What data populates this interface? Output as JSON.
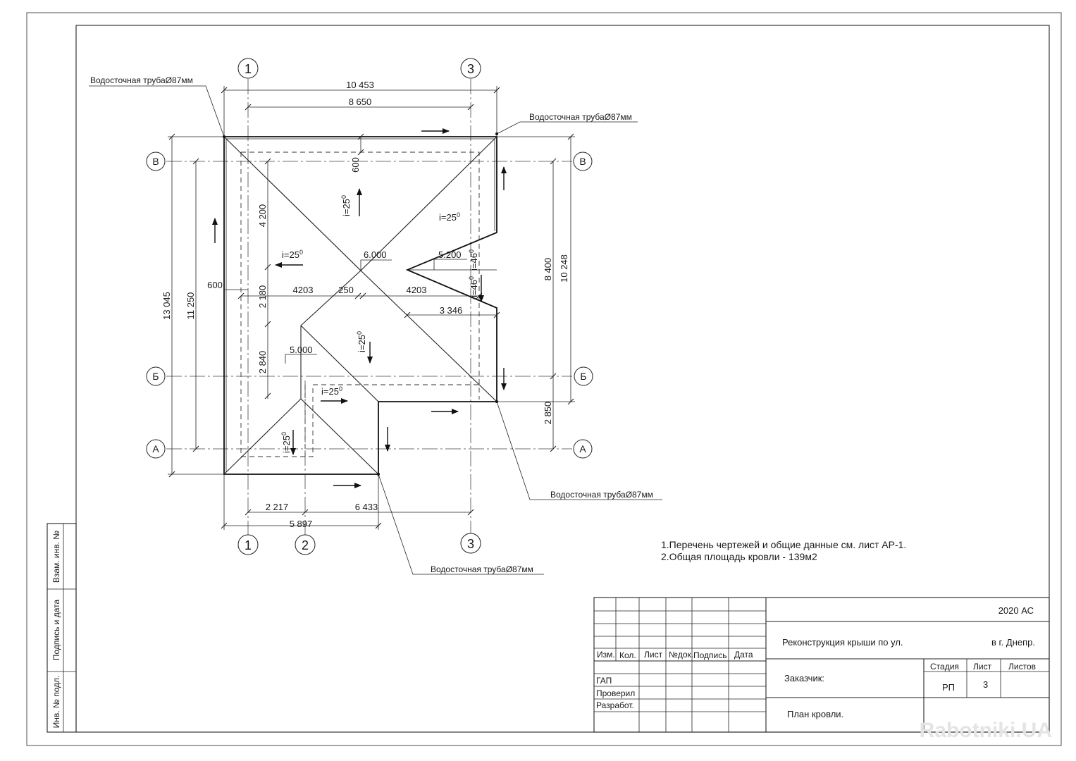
{
  "axes": {
    "col_1": "1",
    "col_2": "2",
    "col_3": "3",
    "row_v": "В",
    "row_b": "Б",
    "row_a": "А"
  },
  "dimensions": {
    "top_overall": "10 453",
    "top_axes": "8 650",
    "bottom_left": "2 217",
    "bottom_right": "6 433",
    "bottom_total": "5 897",
    "left_overall": "13 045",
    "left_axes": "11 250",
    "left_overhang": "600",
    "top_overhang": "600",
    "right_upper": "8 400",
    "right_overall": "10 248",
    "right_lower": "2 850",
    "inner_4200": "4 200",
    "inner_2180": "2 180",
    "inner_2840": "2 840",
    "inner_4203_left": "4203",
    "inner_250": "250",
    "inner_4203_right": "4203",
    "inner_3346": "3 346"
  },
  "elevations": {
    "ridge_main": "6.000",
    "ridge_right": "5.200",
    "ridge_lower": "5.000"
  },
  "slopes": {
    "s_top": "i=25",
    "s_top_right": "i=25",
    "s_left": "i=25",
    "s_right_a": "i=46",
    "s_right_b": "i=46",
    "s_center": "i=25",
    "s_lower": "i=25",
    "s_bottom_left": "i=25",
    "superscript": "0"
  },
  "downpipes": {
    "top_left": "Водосточная трубаØ87мм",
    "top_right": "Водосточная трубаØ87мм",
    "bottom_right": "Водосточная трубаØ87мм",
    "bottom": "Водосточная трубаØ87мм"
  },
  "notes": {
    "line1": "1.Перечень чертежей и общие данные см. лист АР-1.",
    "line2": "2.Общая площадь кровли  - 139м2"
  },
  "side_stamp": {
    "vzam": "Взам. инв. №",
    "podpis": "Подпись и дата",
    "inv": "Инв. № подл."
  },
  "title_block": {
    "code": "2020  АС",
    "project_title": "Реконструкция крыши по ул.",
    "city": "в г. Днепр.",
    "customer_label": "Заказчик:",
    "sheet_title": "План кровли.",
    "col_izm": "Изм.",
    "col_kol": "Кол.",
    "col_list": "Лист",
    "col_ndok": "№док.",
    "col_podpis": "Подпись",
    "col_data": "Дата",
    "gap": "ГАП",
    "proveril": "Проверил",
    "razrabot": "Разработ.",
    "stadia_label": "Стадия",
    "list_label": "Лист",
    "listov_label": "Листов",
    "stadia_value": "РП",
    "list_value": "3",
    "listov_value": ""
  },
  "watermark": "Rabotniki.UA"
}
